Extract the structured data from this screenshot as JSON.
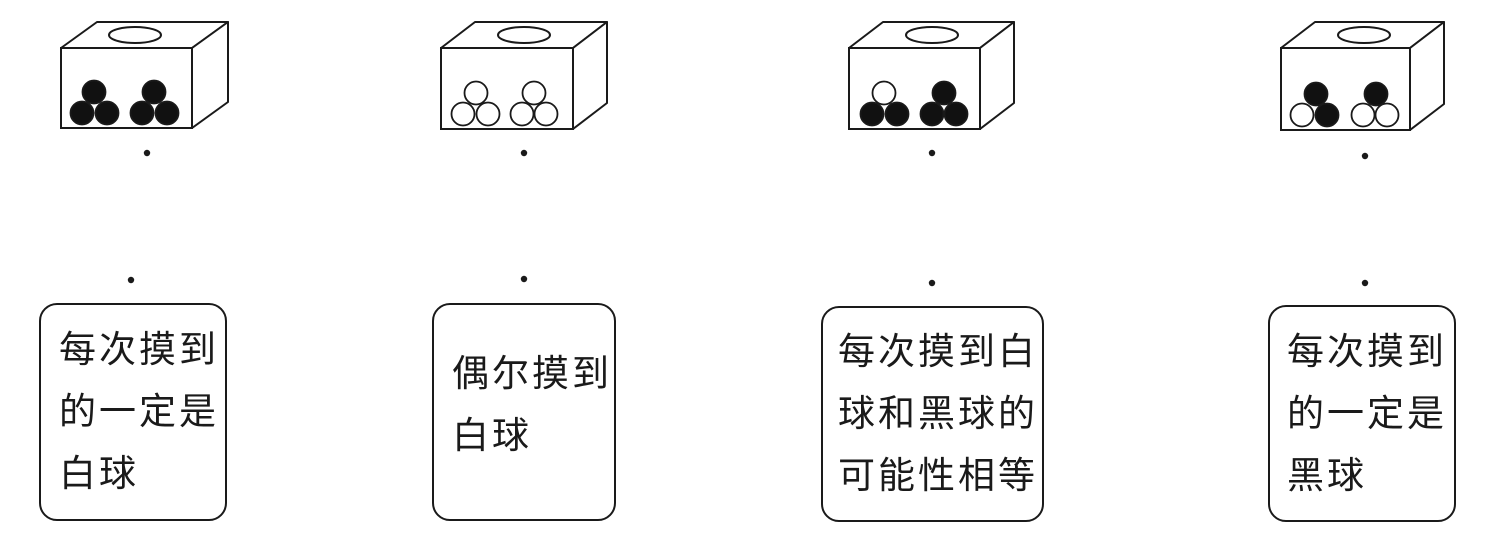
{
  "colors": {
    "ink": "#1a1a1a",
    "ball_black": "#111111",
    "ball_white": "#ffffff",
    "background": "#ffffff"
  },
  "boxes": [
    {
      "balls": [
        "black",
        "black",
        "black",
        "black",
        "black",
        "black"
      ]
    },
    {
      "balls": [
        "white",
        "white",
        "white",
        "white",
        "white",
        "white"
      ]
    },
    {
      "balls": [
        "white",
        "black",
        "black",
        "black",
        "black",
        "black"
      ]
    },
    {
      "balls": [
        "black",
        "white",
        "black",
        "black",
        "white",
        "white"
      ]
    }
  ],
  "cards": [
    {
      "lines": [
        "每次摸到",
        "的一定是",
        "白球"
      ]
    },
    {
      "lines": [
        "偶尔摸到",
        "白球"
      ]
    },
    {
      "lines": [
        "每次摸到白",
        "球和黑球的",
        "可能性相等"
      ]
    },
    {
      "lines": [
        "每次摸到",
        "的一定是",
        "黑球"
      ]
    }
  ]
}
